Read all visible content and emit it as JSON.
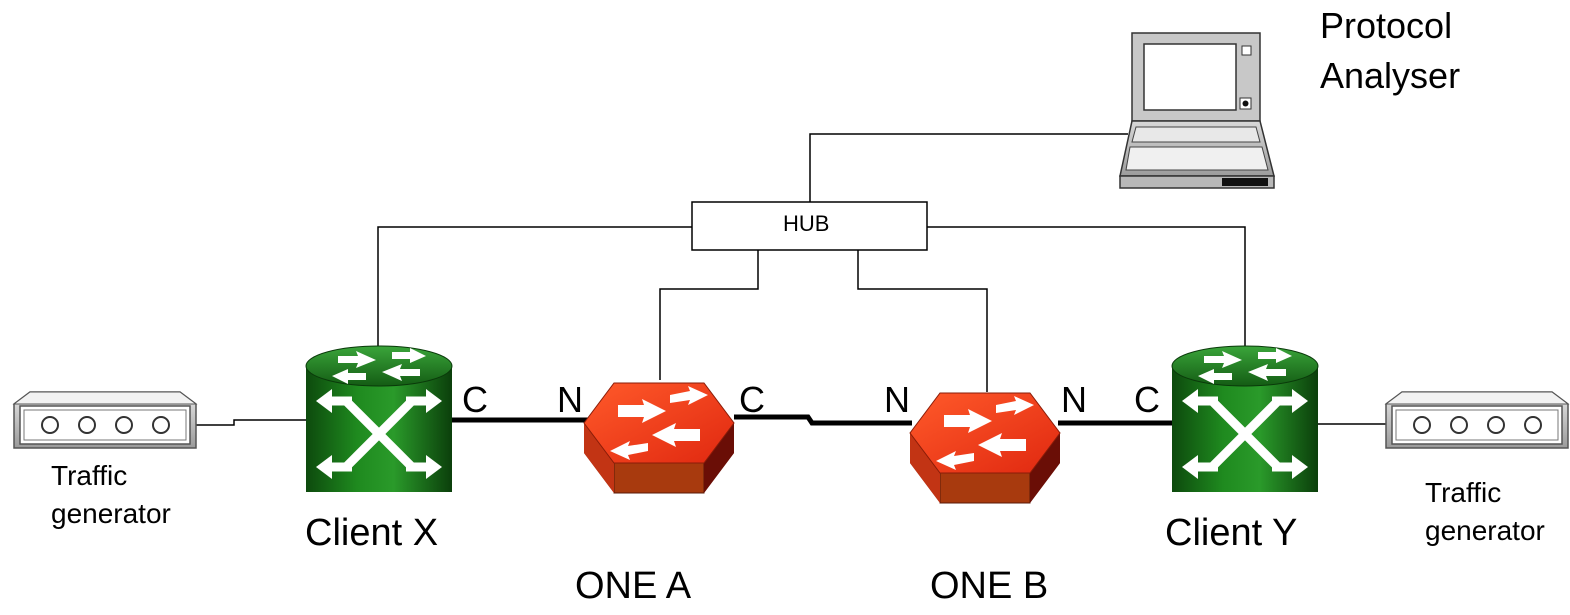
{
  "hub": {
    "label": "HUB"
  },
  "protocol_analyser": {
    "line1": "Protocol",
    "line2": "Analyser"
  },
  "client_x": {
    "label": "Client X"
  },
  "client_y": {
    "label": "Client Y"
  },
  "one_a": {
    "label": "ONE A",
    "port_left": "N",
    "port_right": "C"
  },
  "one_b": {
    "label": "ONE B",
    "port_left": "N",
    "port_right": "N"
  },
  "client_x_port": "C",
  "client_y_port": "C",
  "traffic_generator_left": {
    "line1": "Traffic",
    "line2": "generator"
  },
  "traffic_generator_right": {
    "line1": "Traffic",
    "line2": "generator"
  },
  "colors": {
    "client_switch": "#1f7a1f",
    "one_router": "#e8391a",
    "one_router_side": "#a33a0e",
    "hub_fill": "#ffffff",
    "line": "#000000"
  },
  "icons": {
    "client_switch": "network-switch-icon",
    "one_router": "router-icon",
    "traffic_generator": "traffic-generator-icon",
    "protocol_analyser": "laptop-icon"
  }
}
